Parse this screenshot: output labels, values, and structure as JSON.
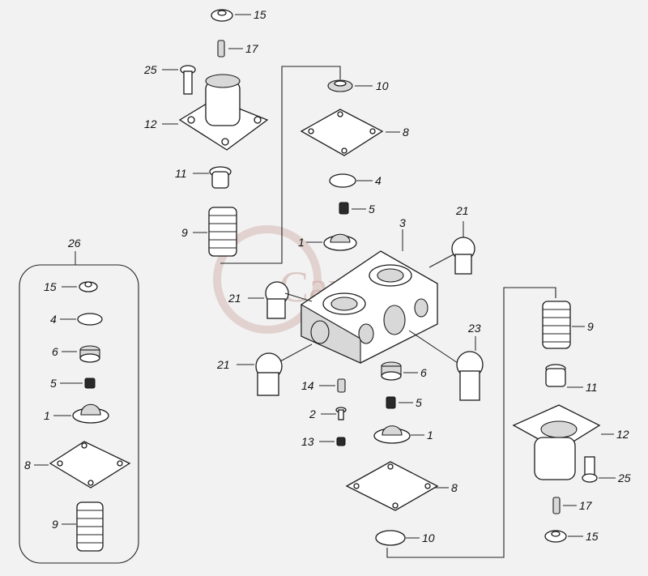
{
  "watermark": {
    "text": "Cargo"
  },
  "group_label": "26",
  "callouts": [
    {
      "id": "c15a",
      "text": "15"
    },
    {
      "id": "c17a",
      "text": "17"
    },
    {
      "id": "c25a",
      "text": "25"
    },
    {
      "id": "c12a",
      "text": "12"
    },
    {
      "id": "c11a",
      "text": "11"
    },
    {
      "id": "c9a",
      "text": "9"
    },
    {
      "id": "c10a",
      "text": "10"
    },
    {
      "id": "c8a",
      "text": "8"
    },
    {
      "id": "c4a",
      "text": "4"
    },
    {
      "id": "c5a",
      "text": "5"
    },
    {
      "id": "c1a",
      "text": "1"
    },
    {
      "id": "c3",
      "text": "3"
    },
    {
      "id": "c21a",
      "text": "21"
    },
    {
      "id": "c21b",
      "text": "21"
    },
    {
      "id": "c21c",
      "text": "21"
    },
    {
      "id": "c23",
      "text": "23"
    },
    {
      "id": "c6a",
      "text": "6"
    },
    {
      "id": "c14",
      "text": "14"
    },
    {
      "id": "c5b",
      "text": "5"
    },
    {
      "id": "c2",
      "text": "2"
    },
    {
      "id": "c13",
      "text": "13"
    },
    {
      "id": "c1b",
      "text": "1"
    },
    {
      "id": "c8b",
      "text": "8"
    },
    {
      "id": "c10b",
      "text": "10"
    },
    {
      "id": "c9b",
      "text": "9"
    },
    {
      "id": "c11b",
      "text": "11"
    },
    {
      "id": "c12b",
      "text": "12"
    },
    {
      "id": "c25b",
      "text": "25"
    },
    {
      "id": "c17b",
      "text": "17"
    },
    {
      "id": "c15b",
      "text": "15"
    },
    {
      "id": "k15",
      "text": "15"
    },
    {
      "id": "k4",
      "text": "4"
    },
    {
      "id": "k6",
      "text": "6"
    },
    {
      "id": "k5",
      "text": "5"
    },
    {
      "id": "k1",
      "text": "1"
    },
    {
      "id": "k8",
      "text": "8"
    },
    {
      "id": "k9",
      "text": "9"
    }
  ]
}
